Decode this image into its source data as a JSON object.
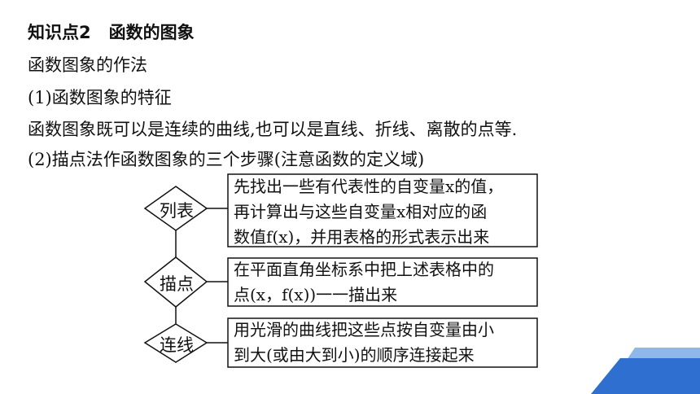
{
  "heading": {
    "point_label": "知识点2",
    "point_title": "函数的图象"
  },
  "subheading": "函数图象的作法",
  "para1": "(1)函数图象的特征",
  "para2": "函数图象既可以是连续的曲线,也可以是直线、折线、离散的点等.",
  "para3": "(2)描点法作函数图象的三个步骤(注意函数的定义域)",
  "steps": [
    {
      "label": "列表",
      "lines": [
        "先找出一些有代表性的自变量x的值，",
        "再计算出与这些自变量x相对应的函",
        "数值f(x)，并用表格的形式表示出来"
      ]
    },
    {
      "label": "描点",
      "lines": [
        "在平面直角坐标系中把上述表格中的",
        "点(x，f(x))一一描出来"
      ]
    },
    {
      "label": "连线",
      "lines": [
        "用光滑的曲线把这些点按自变量由小",
        "到大(或由大到小)的顺序连接起来"
      ]
    }
  ],
  "colors": {
    "accent_dark": "#2f6fcf",
    "accent_light": "#8fb8ea"
  }
}
